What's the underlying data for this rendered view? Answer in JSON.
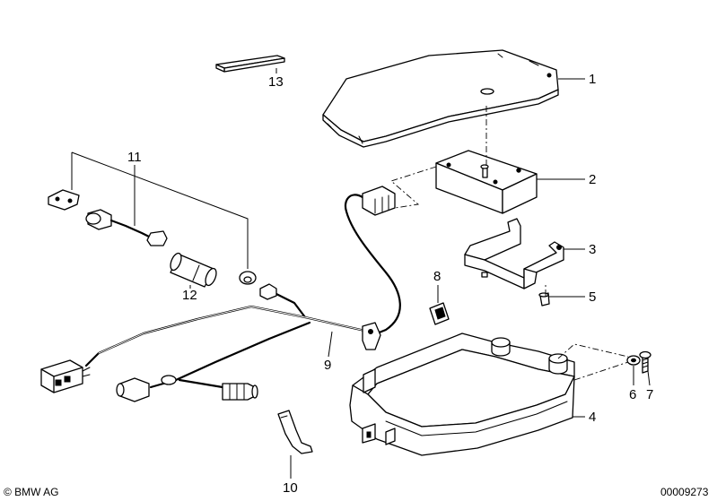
{
  "callouts": {
    "p1": "1",
    "p2": "2",
    "p3": "3",
    "p4": "4",
    "p5": "5",
    "p6": "6",
    "p7": "7",
    "p8": "8",
    "p9": "9",
    "p10": "10",
    "p11": "11",
    "p12": "12",
    "p13": "13"
  },
  "footer": {
    "copyright": "© BMW AG",
    "diagram_number": "00009273"
  }
}
